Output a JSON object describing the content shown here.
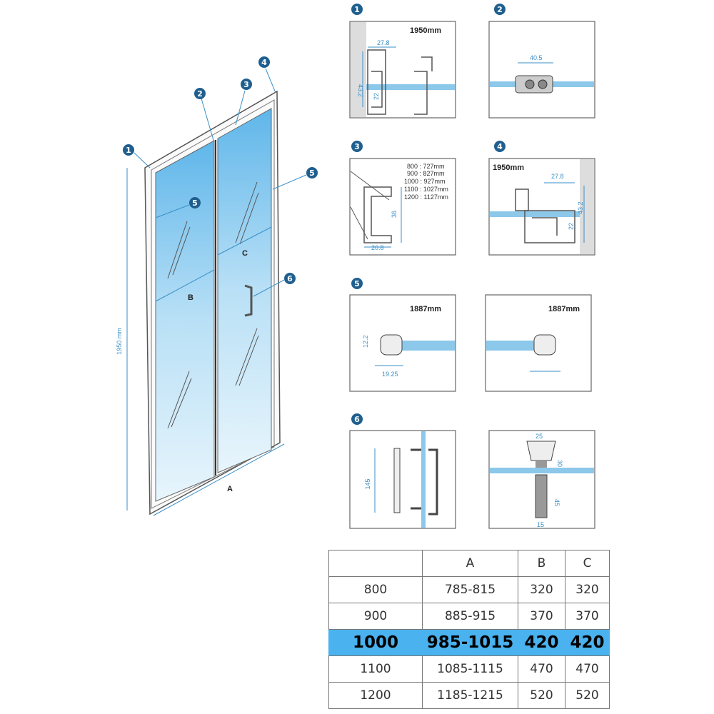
{
  "main": {
    "height_label": "1950 mm",
    "dim_a": "A",
    "dim_b": "B",
    "dim_c": "C",
    "callouts": [
      "1",
      "2",
      "3",
      "4",
      "5",
      "5",
      "6"
    ]
  },
  "details": {
    "d1": {
      "badge": "1",
      "height": "1950mm",
      "w": "27.8",
      "h1": "43.2",
      "h2": "22"
    },
    "d2": {
      "badge": "2",
      "w": "40.5"
    },
    "d3": {
      "badge": "3",
      "sizes": [
        "800 : 727mm",
        "900 : 827mm",
        "1000 : 927mm",
        "1100 : 1027mm",
        "1200 : 1127mm"
      ],
      "w": "20.8",
      "h": "36"
    },
    "d4": {
      "badge": "4",
      "height": "1950mm",
      "w": "27.8",
      "h1": "43.2",
      "h2": "22"
    },
    "d5a": {
      "badge": "5",
      "height": "1887mm",
      "h": "12.2",
      "w": "19.25"
    },
    "d5b": {
      "height": "1887mm"
    },
    "d6a": {
      "badge": "6",
      "h": "145"
    },
    "d6b": {
      "w1": "25",
      "h1": "30",
      "h2": "45",
      "w2": "15"
    }
  },
  "table": {
    "headers": [
      "",
      "A",
      "B",
      "C"
    ],
    "rows": [
      [
        "800",
        "785-815",
        "320",
        "320"
      ],
      [
        "900",
        "885-915",
        "370",
        "370"
      ],
      [
        "1000",
        "985-1015",
        "420",
        "420"
      ],
      [
        "1100",
        "1085-1115",
        "470",
        "470"
      ],
      [
        "1200",
        "1185-1215",
        "520",
        "520"
      ]
    ],
    "highlight_row": 2,
    "highlight_color": "#4ab2ee"
  },
  "colors": {
    "badge": "#1f5f8f",
    "dimension": "#3a8fc8"
  }
}
